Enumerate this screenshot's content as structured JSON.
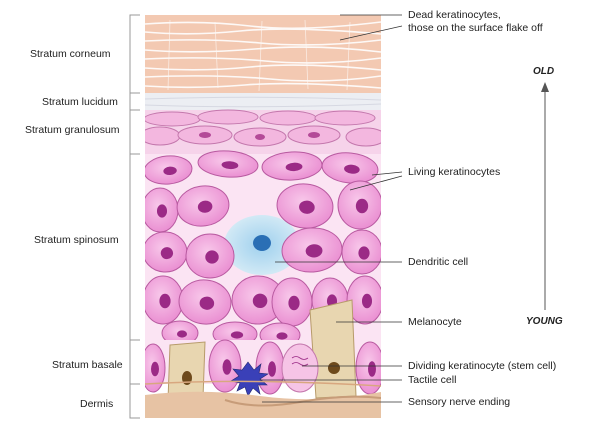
{
  "layers": [
    {
      "key": "corneum",
      "label": "Stratum corneum"
    },
    {
      "key": "lucidum",
      "label": "Stratum lucidum"
    },
    {
      "key": "granulosum",
      "label": "Stratum granulosum"
    },
    {
      "key": "spinosum",
      "label": "Stratum spinosum"
    },
    {
      "key": "basale",
      "label": "Stratum basale"
    },
    {
      "key": "dermis",
      "label": "Dermis"
    }
  ],
  "annotations": {
    "dead_line1": "Dead keratinocytes,",
    "dead_line2": "those on the surface flake off",
    "living": "Living keratinocytes",
    "dendritic": "Dendritic cell",
    "melanocyte": "Melanocyte",
    "dividing": "Dividing keratinocyte (stem cell)",
    "tactile": "Tactile cell",
    "sensory": "Sensory nerve ending"
  },
  "age_axis": {
    "top": "OLD",
    "bottom": "YOUNG"
  },
  "colors": {
    "corneum": "#f3c9b2",
    "corneum_line": "#ffffff",
    "lucidum": "#eceef3",
    "cell_fill": "#f2a8dc",
    "cell_edge": "#b85aa0",
    "nucleus": "#9b2a86",
    "dendritic": "#bfe1f2",
    "dendritic_nucleus": "#2a6fb5",
    "melanocyte": "#e8d6b0",
    "tactile": "#3a40b8",
    "dermis": "#e7c3a4",
    "bracket": "#999999"
  }
}
